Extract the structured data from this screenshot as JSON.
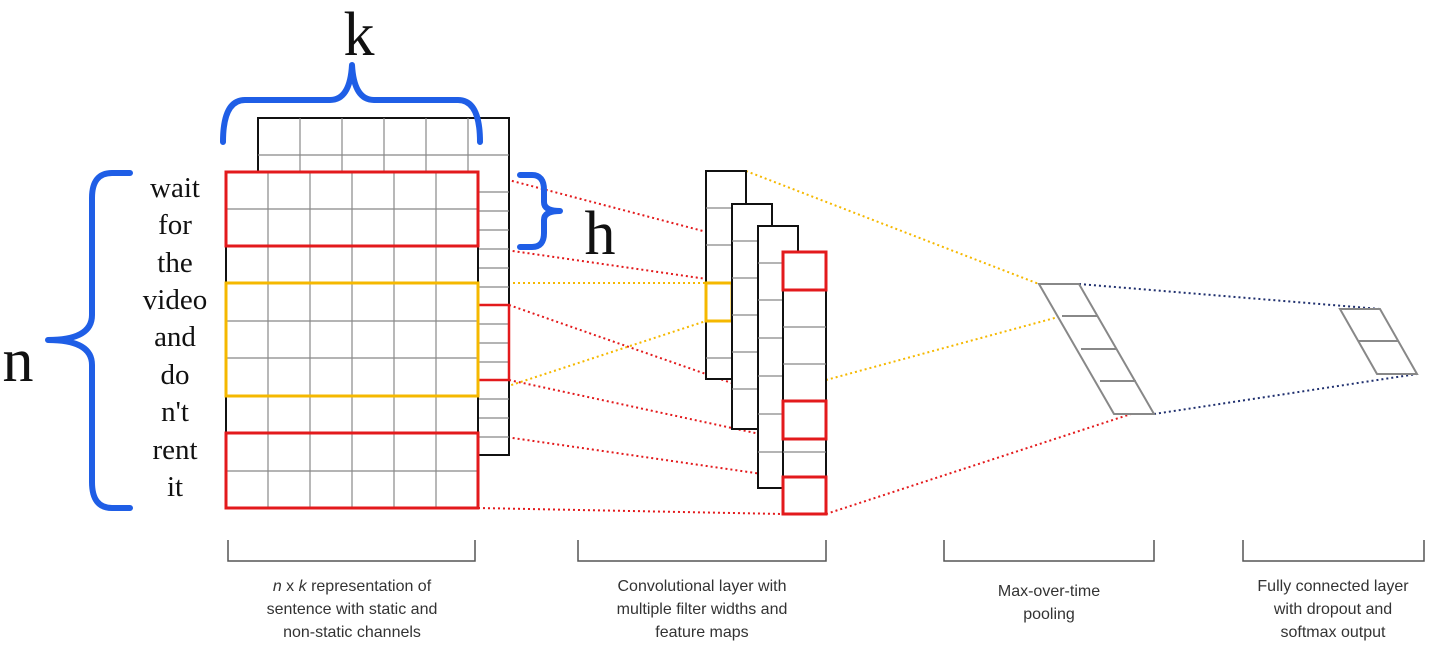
{
  "labels": {
    "k": "k",
    "h": "h",
    "n": "n"
  },
  "words": [
    "wait",
    "for",
    "the",
    "video",
    "and",
    "do",
    "n't",
    "rent",
    "it"
  ],
  "captions": {
    "stage1": {
      "line1_italic_n": "n",
      "line1_x": " x ",
      "line1_italic_k": "k",
      "line1_rest": " representation of",
      "line2": "sentence with static and",
      "line3": "non-static channels"
    },
    "stage2": {
      "line1": "Convolutional layer with",
      "line2": "multiple filter widths and",
      "line3": "feature maps"
    },
    "stage3": {
      "line1": "Max-over-time",
      "line2": "pooling"
    },
    "stage4": {
      "line1": "Fully connected layer",
      "line2": "with dropout and",
      "line3": "softmax output"
    }
  },
  "colors": {
    "brace": "#1f5ee6",
    "red": "#e31a1c",
    "yellow": "#f5b800",
    "navy": "#1f2f6e",
    "grid": "#888888",
    "dark": "#111111",
    "text": "#333333"
  }
}
